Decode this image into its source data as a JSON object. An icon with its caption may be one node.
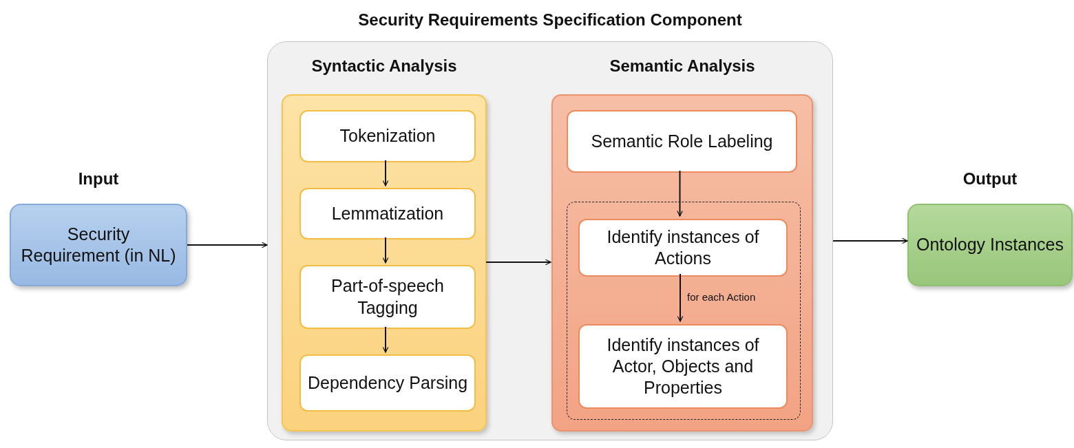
{
  "diagram": {
    "nodes": [
      {
        "text": [
          "Input",
          "Security Requirement (in NL)"
        ]
      },
      {
        "text": [
          "Security Requirements Specification Component"
        ]
      },
      {
        "text": [
          "Syntactic Analysis"
        ],
        "in": 1
      },
      {
        "text": [
          "Tokenization"
        ],
        "in": 2
      },
      {
        "text": [
          "Lemmatization"
        ],
        "in": 2
      },
      {
        "text": [
          "Part-of-speech Tagging"
        ],
        "in": 2
      },
      {
        "text": [
          "Dependency Parsing"
        ],
        "in": 2
      },
      {
        "text": [
          "Semantic Analysis"
        ],
        "in": 1
      },
      {
        "text": [
          "Semantic Role Labeling"
        ],
        "in": 7
      },
      {
        "text": [],
        "shape": "box",
        "in": 7
      },
      {
        "text": [
          "Identify instances of Actions"
        ],
        "in": 9
      },
      {
        "text": [
          "Identify instances of Actor, Objects and Properties"
        ],
        "in": 9
      },
      {
        "text": [
          "Output",
          "Ontology Instances"
        ]
      }
    ],
    "edges": [
      {
        "from": 0,
        "to": 1,
        "arrow": "to"
      },
      {
        "from": 3,
        "to": 4,
        "arrow": "to"
      },
      {
        "from": 4,
        "to": 5,
        "arrow": "to"
      },
      {
        "from": 5,
        "to": 6,
        "arrow": "to"
      },
      {
        "from": 2,
        "to": 7,
        "arrow": "to"
      },
      {
        "from": 8,
        "to": 10,
        "arrow": "to"
      },
      {
        "from": 10,
        "to": 11,
        "label": "for each Action",
        "arrow": "to"
      },
      {
        "from": 1,
        "to": 12,
        "arrow": "to"
      }
    ]
  }
}
